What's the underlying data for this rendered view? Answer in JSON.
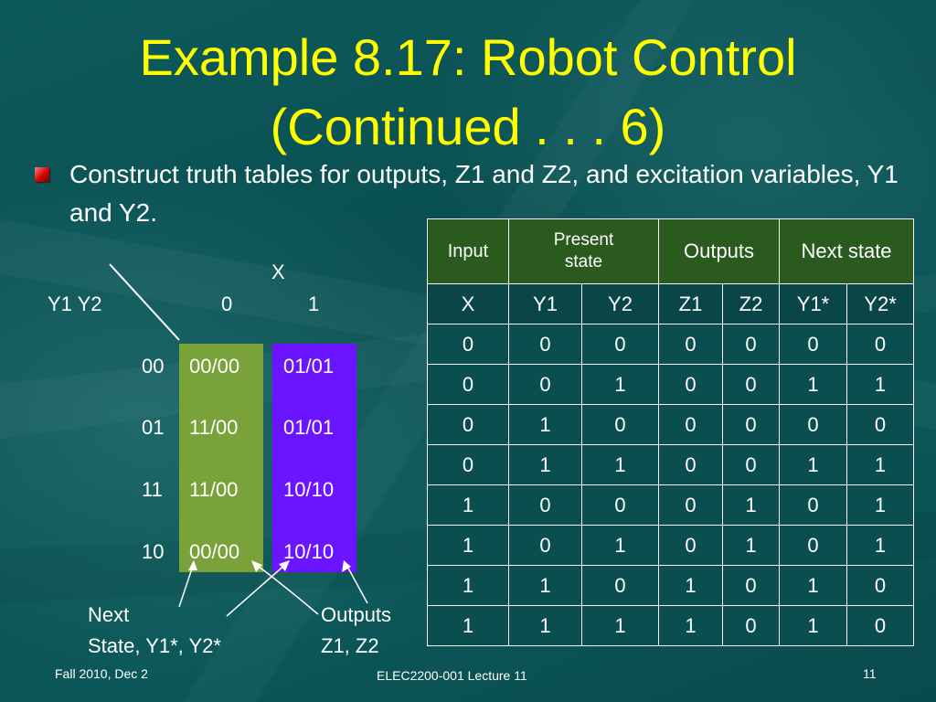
{
  "title": {
    "line1": "Example 8.17: Robot Control",
    "line2": "(Continued . . . 6)"
  },
  "bullet": {
    "text": "Construct truth tables for outputs, Z1 and Z2, and excitation variables, Y1 and Y2."
  },
  "map": {
    "input_label": "X",
    "state_label": "Y1 Y2",
    "col_headers": [
      "0",
      "1"
    ],
    "rows": [
      {
        "state": "00",
        "x0": "00/00",
        "x1": "01/01"
      },
      {
        "state": "01",
        "x0": "11/00",
        "x1": "01/01"
      },
      {
        "state": "11",
        "x0": "11/00",
        "x1": "10/10"
      },
      {
        "state": "10",
        "x0": "00/00",
        "x1": "10/10"
      }
    ],
    "next_state_label_1": "Next",
    "next_state_label_2": "State, Y1*, Y2*",
    "outputs_label_1": "Outputs",
    "outputs_label_2": "Z1, Z2",
    "colors": {
      "next_state_column": "#7aa23a",
      "outputs_column": "#6a14ff"
    }
  },
  "table": {
    "group_headers": [
      "Input",
      "Present state",
      "Outputs",
      "Next state"
    ],
    "col_headers": [
      "X",
      "Y1",
      "Y2",
      "Z1",
      "Z2",
      "Y1*",
      "Y2*"
    ],
    "rows": [
      [
        "0",
        "0",
        "0",
        "0",
        "0",
        "0",
        "0"
      ],
      [
        "0",
        "0",
        "1",
        "0",
        "0",
        "1",
        "1"
      ],
      [
        "0",
        "1",
        "0",
        "0",
        "0",
        "0",
        "0"
      ],
      [
        "0",
        "1",
        "1",
        "0",
        "0",
        "1",
        "1"
      ],
      [
        "1",
        "0",
        "0",
        "0",
        "1",
        "0",
        "1"
      ],
      [
        "1",
        "0",
        "1",
        "0",
        "1",
        "0",
        "1"
      ],
      [
        "1",
        "1",
        "0",
        "1",
        "0",
        "1",
        "0"
      ],
      [
        "1",
        "1",
        "1",
        "1",
        "0",
        "1",
        "0"
      ]
    ],
    "colors": {
      "header_bg": "#2a5a1e",
      "border": "#ffffff"
    }
  },
  "footer": {
    "left": "Fall 2010, Dec 2",
    "center": "ELEC2200-001 Lecture 11",
    "right": "11"
  },
  "colors": {
    "title": "#ffff00",
    "text": "#ffffff",
    "bullet": "#d00000"
  }
}
